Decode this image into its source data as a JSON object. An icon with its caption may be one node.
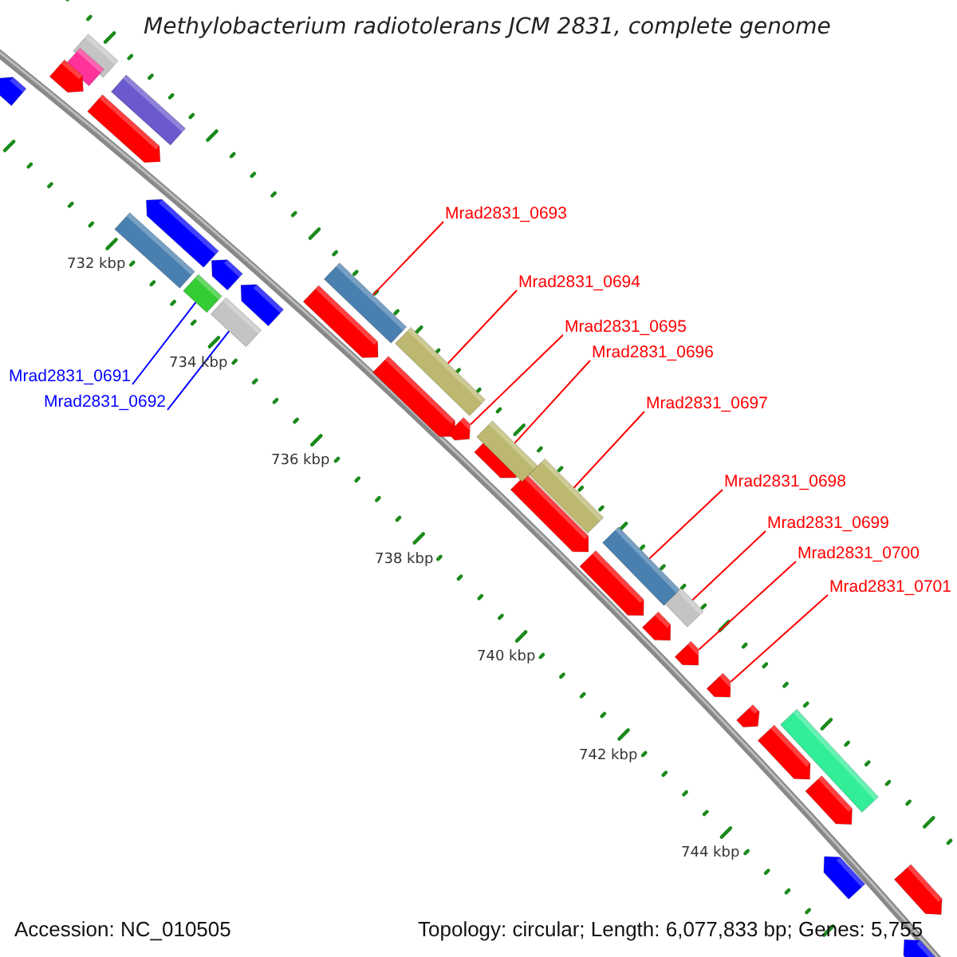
{
  "diagram": {
    "title": "Methylobacterium radiotolerans JCM 2831, complete genome",
    "nodes": [
      {
        "text": [
          "Mrad2831_0691"
        ]
      },
      {
        "text": [
          "Mrad2831_0692"
        ]
      },
      {
        "text": [
          "Mrad2831_0693"
        ]
      },
      {
        "text": [
          "Mrad2831_0694"
        ]
      },
      {
        "text": [
          "Mrad2831_0695"
        ]
      },
      {
        "text": [
          "Mrad2831_0696"
        ]
      },
      {
        "text": [
          "Mrad2831_0697"
        ]
      },
      {
        "text": [
          "Mrad2831_0698"
        ]
      },
      {
        "text": [
          "Mrad2831_0699"
        ]
      },
      {
        "text": [
          "Mrad2831_0700"
        ]
      },
      {
        "text": [
          "Mrad2831_0701"
        ]
      },
      {
        "text": [],
        "shape": "bar"
      },
      {
        "text": [],
        "shape": "bar"
      },
      {
        "text": [],
        "shape": "bar"
      },
      {
        "text": [],
        "shape": "bar"
      },
      {
        "text": [],
        "shape": "bar"
      },
      {
        "text": [],
        "shape": "bar"
      },
      {
        "text": [],
        "shape": "bar"
      },
      {
        "text": [],
        "shape": "bar"
      },
      {
        "text": [],
        "shape": "bar"
      },
      {
        "text": [],
        "shape": "bar"
      },
      {
        "text": [],
        "shape": "bar"
      }
    ],
    "edges": [
      {
        "from": 0,
        "to": 11,
        "arrow": "none",
        "color": "#0000ff"
      },
      {
        "from": 1,
        "to": 12,
        "arrow": "none",
        "color": "#0000ff"
      },
      {
        "from": 2,
        "to": 13,
        "arrow": "none"
      },
      {
        "from": 3,
        "to": 14,
        "arrow": "none"
      },
      {
        "from": 4,
        "to": 15,
        "arrow": "none"
      },
      {
        "from": 5,
        "to": 16,
        "arrow": "none"
      },
      {
        "from": 6,
        "to": 17,
        "arrow": "none"
      },
      {
        "from": 7,
        "to": 18,
        "arrow": "none"
      },
      {
        "from": 8,
        "to": 19,
        "arrow": "none"
      },
      {
        "from": 9,
        "to": 20,
        "arrow": "none"
      },
      {
        "from": 10,
        "to": 21,
        "arrow": "none"
      }
    ],
    "labels": [
      "732 kbp",
      "734 kbp",
      "736 kbp",
      "738 kbp",
      "740 kbp",
      "742 kbp",
      "744 kbp",
      "Accession: NC_010505",
      "Topology: circular; Length: 6,077,833 bp; Genes: 5,755"
    ]
  }
}
